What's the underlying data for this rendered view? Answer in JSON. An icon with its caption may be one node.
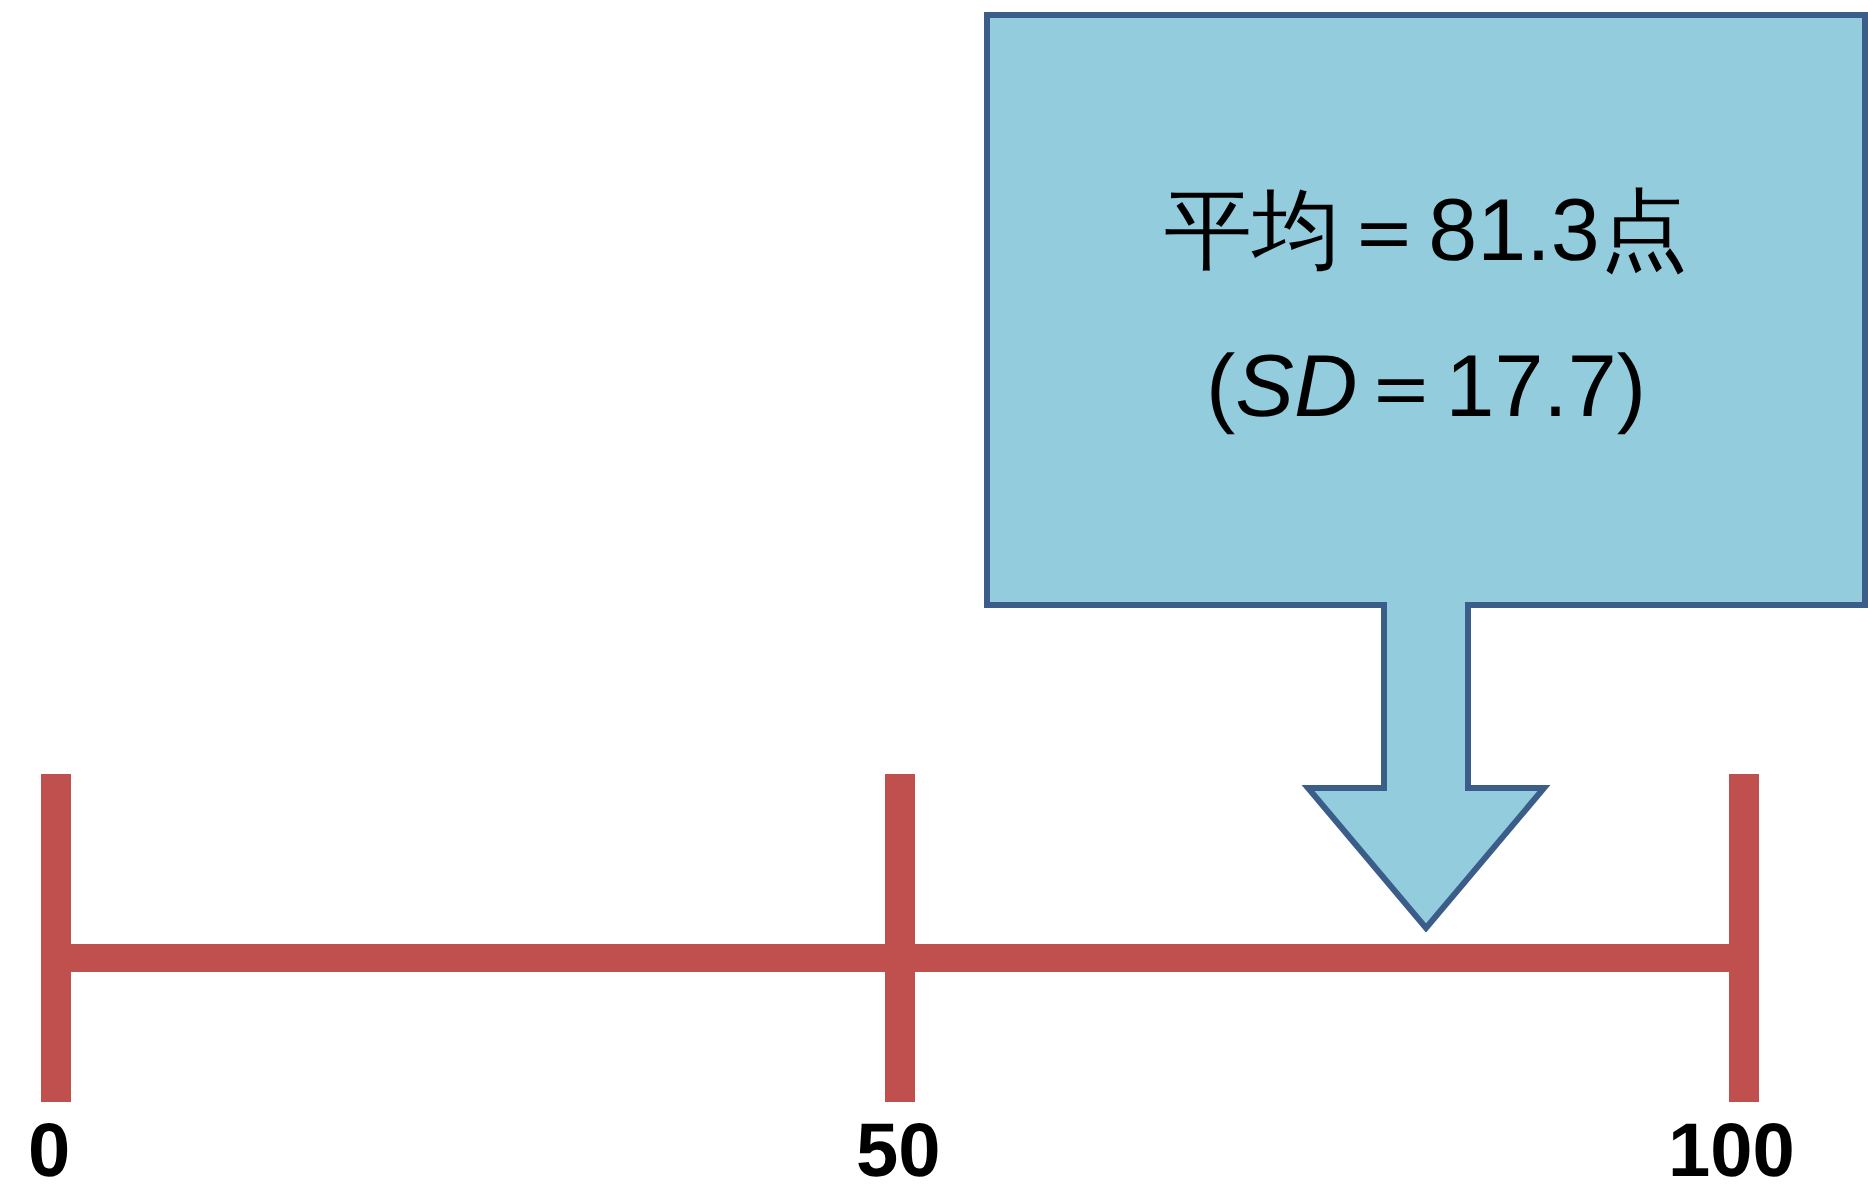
{
  "diagram": {
    "nodes": [
      {
        "text": [
          "平均＝81.3点",
          "(*SD*＝17.7)"
        ]
      }
    ],
    "labels": [
      "0",
      "50",
      "100"
    ]
  }
}
